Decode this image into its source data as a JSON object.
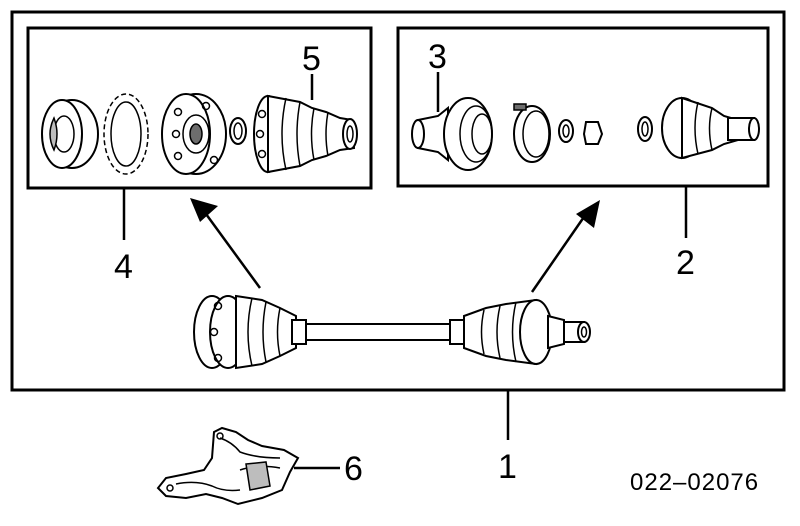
{
  "callouts": {
    "c1": "1",
    "c2": "2",
    "c3": "3",
    "c4": "4",
    "c5": "5",
    "c6": "6"
  },
  "reference_code": "022–02076",
  "colors": {
    "line": "#000000",
    "background": "#ffffff",
    "shade": "#bdbdbd"
  }
}
